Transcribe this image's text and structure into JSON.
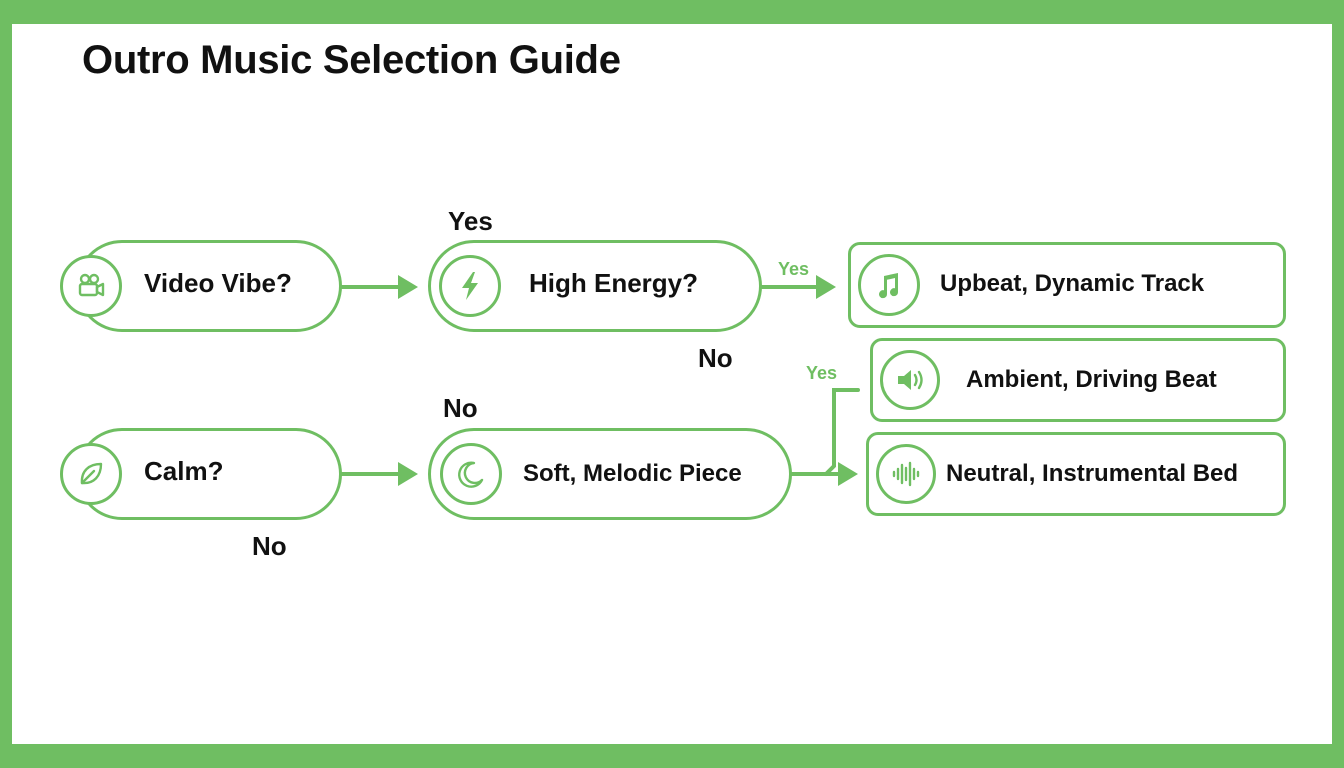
{
  "title": "Outro Music Selection Guide",
  "nodes": {
    "video_vibe": {
      "label": "Video Vibe?",
      "icon": "video-camera-icon"
    },
    "high_energy": {
      "label": "High Energy?",
      "icon": "lightning-bolt-icon"
    },
    "upbeat": {
      "label": "Upbeat, Dynamic Track",
      "icon": "music-note-icon"
    },
    "ambient": {
      "label": "Ambient, Driving Beat",
      "icon": "speaker-icon"
    },
    "calm": {
      "label": "Calm?",
      "icon": "leaf-icon"
    },
    "soft": {
      "label": "Soft, Melodic Piece",
      "icon": "moon-icon"
    },
    "neutral": {
      "label": "Neutral, Instrumental Bed",
      "icon": "sound-wave-icon"
    }
  },
  "edge_labels": {
    "yes_top": "Yes",
    "yes_upbeat": "Yes",
    "no_high_energy": "No",
    "no_mid": "No",
    "yes_ambient": "Yes",
    "no_calm": "No"
  },
  "colors": {
    "accent": "#6fbe62",
    "frame": "#6fbe62",
    "text": "#111111",
    "background": "#ffffff"
  }
}
